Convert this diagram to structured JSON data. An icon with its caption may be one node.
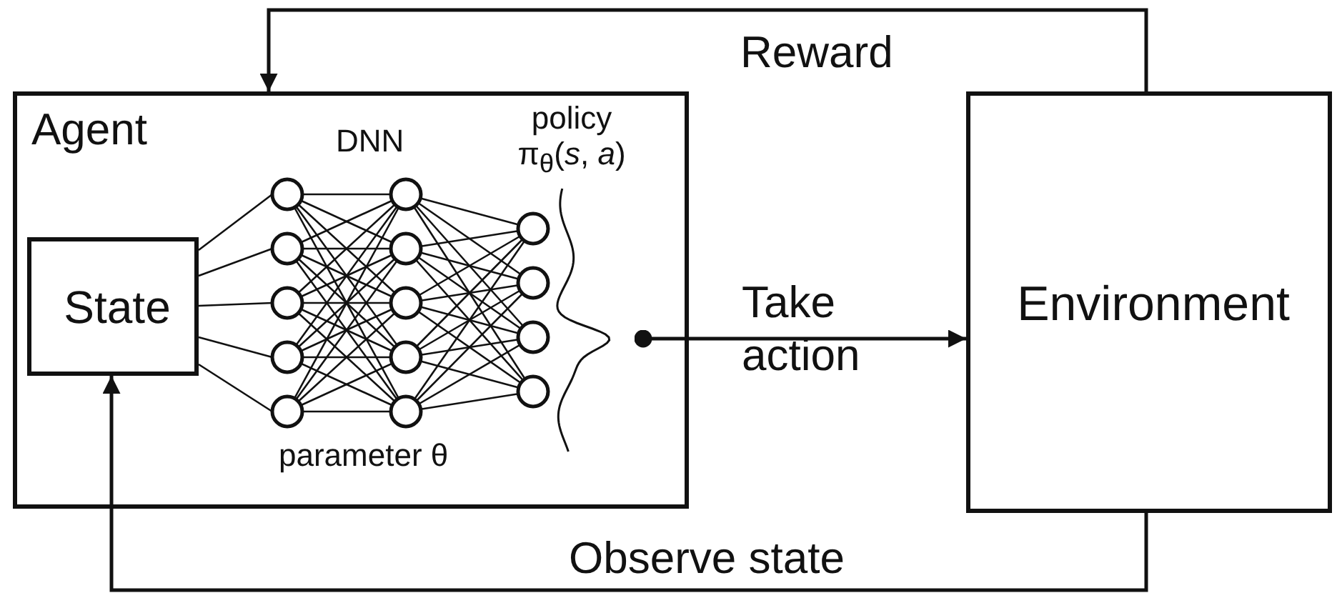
{
  "diagram": {
    "nodes": [
      {
        "text": [
          "Agent"
        ]
      },
      {
        "text": [
          "State"
        ],
        "in": 0
      },
      {
        "text": [
          "DNN",
          "parameter θ"
        ],
        "in": 0
      },
      {
        "text": [
          "policy π$_{θ}$(*s*, *a*)"
        ],
        "in": 0
      },
      {
        "text": [
          "Environment"
        ]
      }
    ],
    "edges": [
      {
        "from": 1,
        "to": 2,
        "arrow": "none"
      },
      {
        "from": 3,
        "to": 4,
        "arrow": "to",
        "label": "Take action"
      },
      {
        "from": 4,
        "to": 0,
        "arrow": "to",
        "label": "Reward"
      },
      {
        "from": 4,
        "to": 1,
        "arrow": "to",
        "label": "Observe state"
      }
    ]
  }
}
